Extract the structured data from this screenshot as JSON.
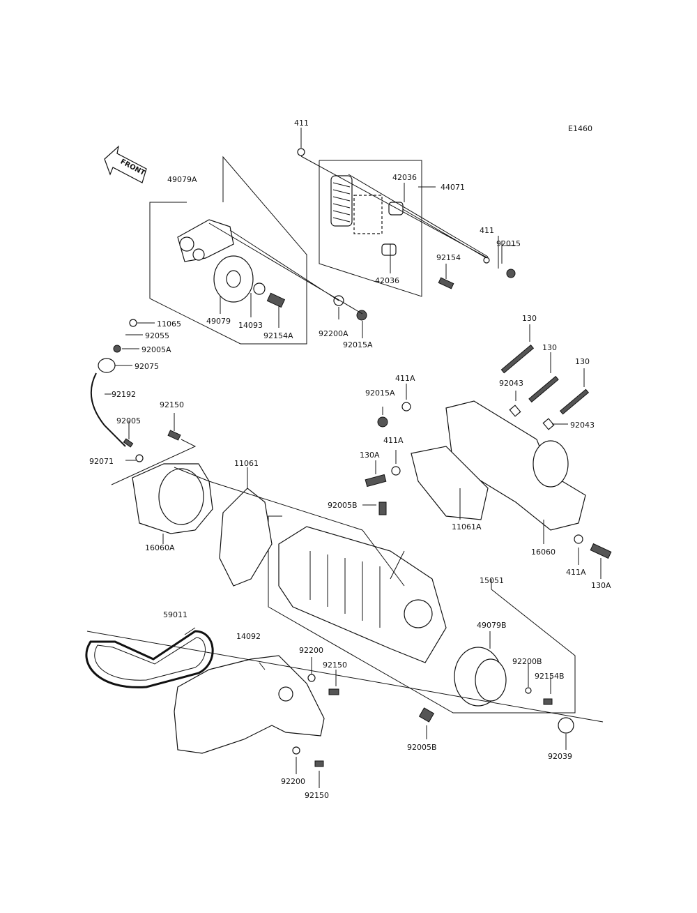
{
  "diagram_code": "E1460",
  "front_label": "FRONT",
  "labels": {
    "p411_top": "411",
    "p42036_a": "42036",
    "p44071": "44071",
    "p49079A": "49079A",
    "p411_b": "411",
    "p92015": "92015",
    "p92154": "92154",
    "p42036_b": "42036",
    "p49079": "49079",
    "p14093": "14093",
    "p92154A": "92154A",
    "p92200A": "92200A",
    "p92015A_a": "92015A",
    "p11065": "11065",
    "p92055": "92055",
    "p92005A": "92005A",
    "p92075": "92075",
    "p92192": "92192",
    "p92150_a": "92150",
    "p92005": "92005",
    "p92071": "92071",
    "p16060A": "16060A",
    "p11061": "11061",
    "p130_a": "130",
    "p130_b": "130",
    "p130_c": "130",
    "p92043_a": "92043",
    "p92043_b": "92043",
    "p411A_a": "411A",
    "p92015A_b": "92015A",
    "p411A_b": "411A",
    "p130A_a": "130A",
    "p92005B_a": "92005B",
    "p11061A": "11061A",
    "p16060": "16060",
    "p411A_c": "411A",
    "p130A_b": "130A",
    "p15051": "15051",
    "p59011": "59011",
    "p14092": "14092",
    "p92200_a": "92200",
    "p92150_b": "92150",
    "p49079B": "49079B",
    "p92200B": "92200B",
    "p92154B": "92154B",
    "p92005B_b": "92005B",
    "p92039": "92039",
    "p92200_b": "92200",
    "p92150_c": "92150"
  }
}
